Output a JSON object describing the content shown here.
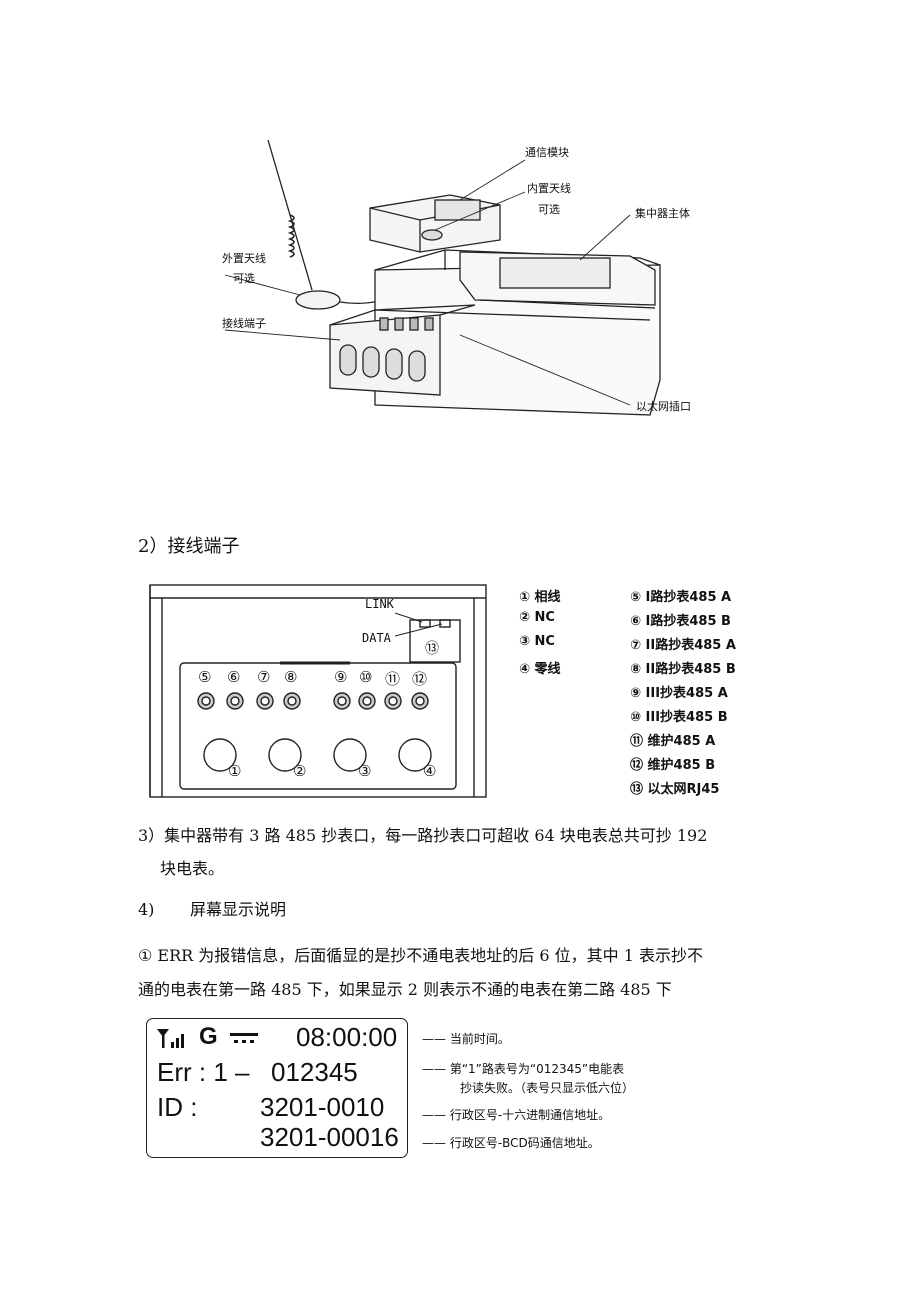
{
  "figure1": {
    "labels": {
      "comm_module": "通信模块",
      "internal_antenna_1": "内置天线",
      "internal_antenna_2": "可选",
      "concentrator_body": "集中器主体",
      "external_antenna_1": "外置天线",
      "external_antenna_2": "可选",
      "terminal": "接线端子",
      "ethernet": "以太网插口"
    }
  },
  "section2": {
    "heading": "2）接线端子"
  },
  "figure2": {
    "link_label": "LINK",
    "data_label": "DATA",
    "top_numbers": [
      "⑤",
      "⑥",
      "⑦",
      "⑧",
      "⑨",
      "⑩",
      "⑪",
      "⑫"
    ],
    "big_numbers": [
      "①",
      "②",
      "③",
      "④"
    ],
    "port13": "⑬",
    "legend_left": [
      "① 相线",
      "② NC",
      "③ NC",
      "④ 零线"
    ],
    "legend_right": [
      "⑤ I路抄表485 A",
      "⑥ I路抄表485 B",
      "⑦ II路抄表485 A",
      "⑧ II路抄表485 B",
      "⑨ III抄表485 A",
      "⑩ III抄表485 B",
      "⑪ 维护485 A",
      "⑫ 维护485 B",
      "⑬ 以太网RJ45"
    ]
  },
  "section3": {
    "line1": "3）集中器带有 3 路 485 抄表口，每一路抄表口可超收 64 块电表总共可抄 192",
    "line2": "块电表。"
  },
  "section4": {
    "heading_num": "4)",
    "heading_text": "屏幕显示说明",
    "para_line1": "① ERR 为报错信息，后面循显的是抄不通电表地址的后 6 位，其中 1 表示抄不",
    "para_line2": "通的电表在第一路 485 下，如果显示 2 则表示不通的电表在第二路 485 下"
  },
  "lcd": {
    "signal_text": "G",
    "time": "08:00:00",
    "err_prefix": "Err : 1 –",
    "err_value": "012345",
    "id_label": "ID :",
    "id_hex": "3201-0010",
    "id_bcd": "3201-00016"
  },
  "notes": {
    "n1": "—— 当前时间。",
    "n2a": "—— 第“1”路表号为“012345”电能表",
    "n2b": "抄读失败。（表号只显示低六位）",
    "n3": "—— 行政区号-十六进制通信地址。",
    "n4": "—— 行政区号-BCD码通信地址。"
  }
}
